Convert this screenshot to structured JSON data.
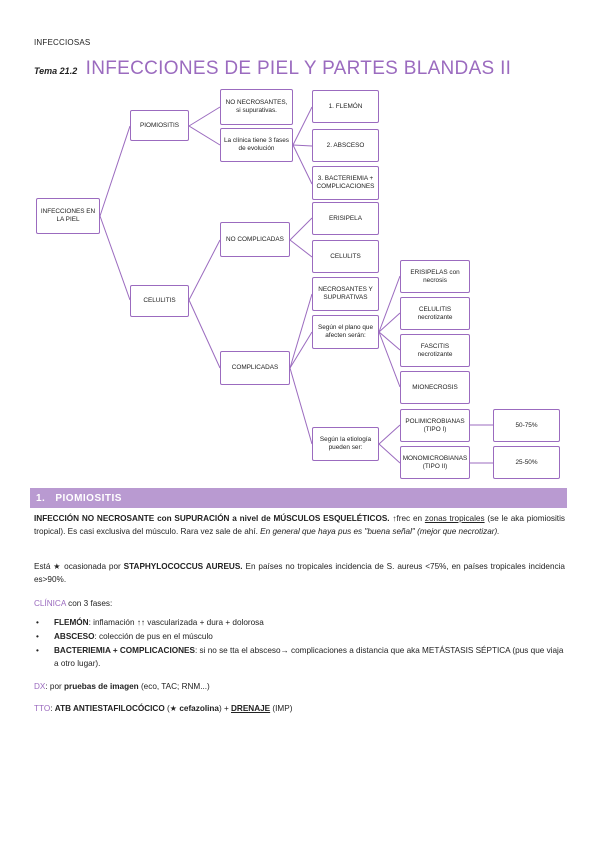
{
  "header": {
    "course": "INFECCIOSAS"
  },
  "title": {
    "tema": "Tema 21.2",
    "main": "INFECCIONES DE PIEL Y PARTES BLANDAS II"
  },
  "diagram": {
    "root": "INFECCIONES EN LA PIEL",
    "piomiositis": "PIOMIOSITIS",
    "no_necrosantes": "NO NECROSANTES, si supurativas.",
    "clinica_fases": "La clínica tiene 3 fases de evolución",
    "flemon": "1. FLEMÓN",
    "absceso": "2. ABSCESO",
    "bacteriemia": "3. BACTERIEMIA + COMPLICACIONES",
    "celulitis": "CELULITIS",
    "no_complicadas": "NO COMPLICADAS",
    "erisipela": "ERISIPELA",
    "celulitis2": "CELULITS",
    "complicadas": "COMPLICADAS",
    "necrosantes_supurativas": "NECROSANTES Y SUPURATIVAS",
    "segun_plano": "Según el plano que afecten serán:",
    "erisipelas_necrosis": "ERISIPELAS con necrosis",
    "celulitis_necrotizante": "CELULITIS necrotizante",
    "fascitis_necrotizante": "FASCITIS necrotizante",
    "mionecrosis": "MIONECROSIS",
    "segun_etiologia": "Según la etiología pueden ser:",
    "polimicrobianas": "POLIMICROBIANAS (TIPO I)",
    "monomicrobianas": "MONOMICROBIANAS (TIPO II)",
    "pct_poli": "50-75%",
    "pct_mono": "25-50%"
  },
  "section": {
    "number": "1.",
    "title": "PIOMIOSITIS"
  },
  "p1": {
    "bold": "INFECCIÓN NO NECROSANTE con SUPURACIÓN a nivel de MÚSCULOS ESQUELÉTICOS.",
    "a": " ↑frec en ",
    "underline": "zonas tropicales",
    "b": " (se le aka piomiositis tropical). Es casi exclusiva del músculo. Rara vez sale de ahí. ",
    "italic": "En general que haya pus es \"buena señal\" (mejor que necrotizar)."
  },
  "p2": {
    "a": "Está ★ ocasionada por ",
    "bold": "STAPHYLOCOCCUS AUREUS.",
    "b": " En países no tropicales incidencia de S. aureus <75%, en países tropicales incidencia es>90%."
  },
  "clinica": {
    "label": "CLÍNICA",
    "rest": " con 3 fases:"
  },
  "bullets": [
    {
      "bold": "FLEMÓN",
      "text": ": inflamación ↑↑ vascularizada + dura + dolorosa"
    },
    {
      "bold": "ABSCESO",
      "text": ": colección de pus en el músculo"
    },
    {
      "bold": "BACTERIEMIA + COMPLICACIONES",
      "text": ": si no se tta el absceso→ complicaciones a distancia que aka METÁSTASIS SÉPTICA (pus que viaja a otro lugar)."
    }
  ],
  "dx": {
    "label": "DX",
    "a": ": por ",
    "bold": "pruebas de imagen",
    "b": " (eco, TAC; RNM...)"
  },
  "tto": {
    "label": "TTO",
    "a": ": ",
    "bold1": "ATB ANTIESTAFILOCÓCICO",
    "b": " (★ ",
    "bold2": "cefazolina",
    "c": ") + ",
    "bold3": "DRENAJE",
    "d": " (IMP)"
  }
}
